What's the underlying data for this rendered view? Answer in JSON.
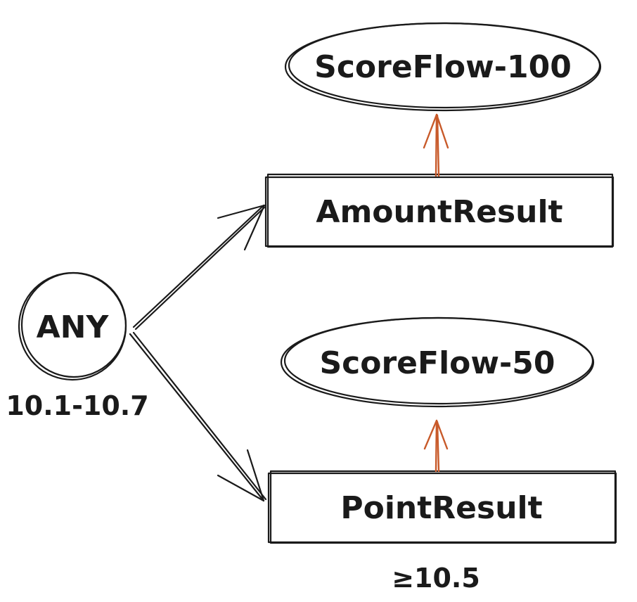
{
  "nodes": {
    "any": {
      "label": "ANY",
      "note": "10.1-10.7"
    },
    "amount_result": {
      "label": "AmountResult"
    },
    "point_result": {
      "label": "PointResult",
      "note": "≥10.5"
    },
    "score_flow_100": {
      "label": "ScoreFlow-100"
    },
    "score_flow_50": {
      "label": "ScoreFlow-50"
    }
  },
  "edges": [
    {
      "from": "any",
      "to": "amount_result"
    },
    {
      "from": "any",
      "to": "point_result"
    },
    {
      "from": "amount_result",
      "to": "score_flow_100"
    },
    {
      "from": "point_result",
      "to": "score_flow_50"
    }
  ],
  "colors": {
    "ink": "#1a1a1a",
    "arrow_accent": "#c85a2a"
  }
}
